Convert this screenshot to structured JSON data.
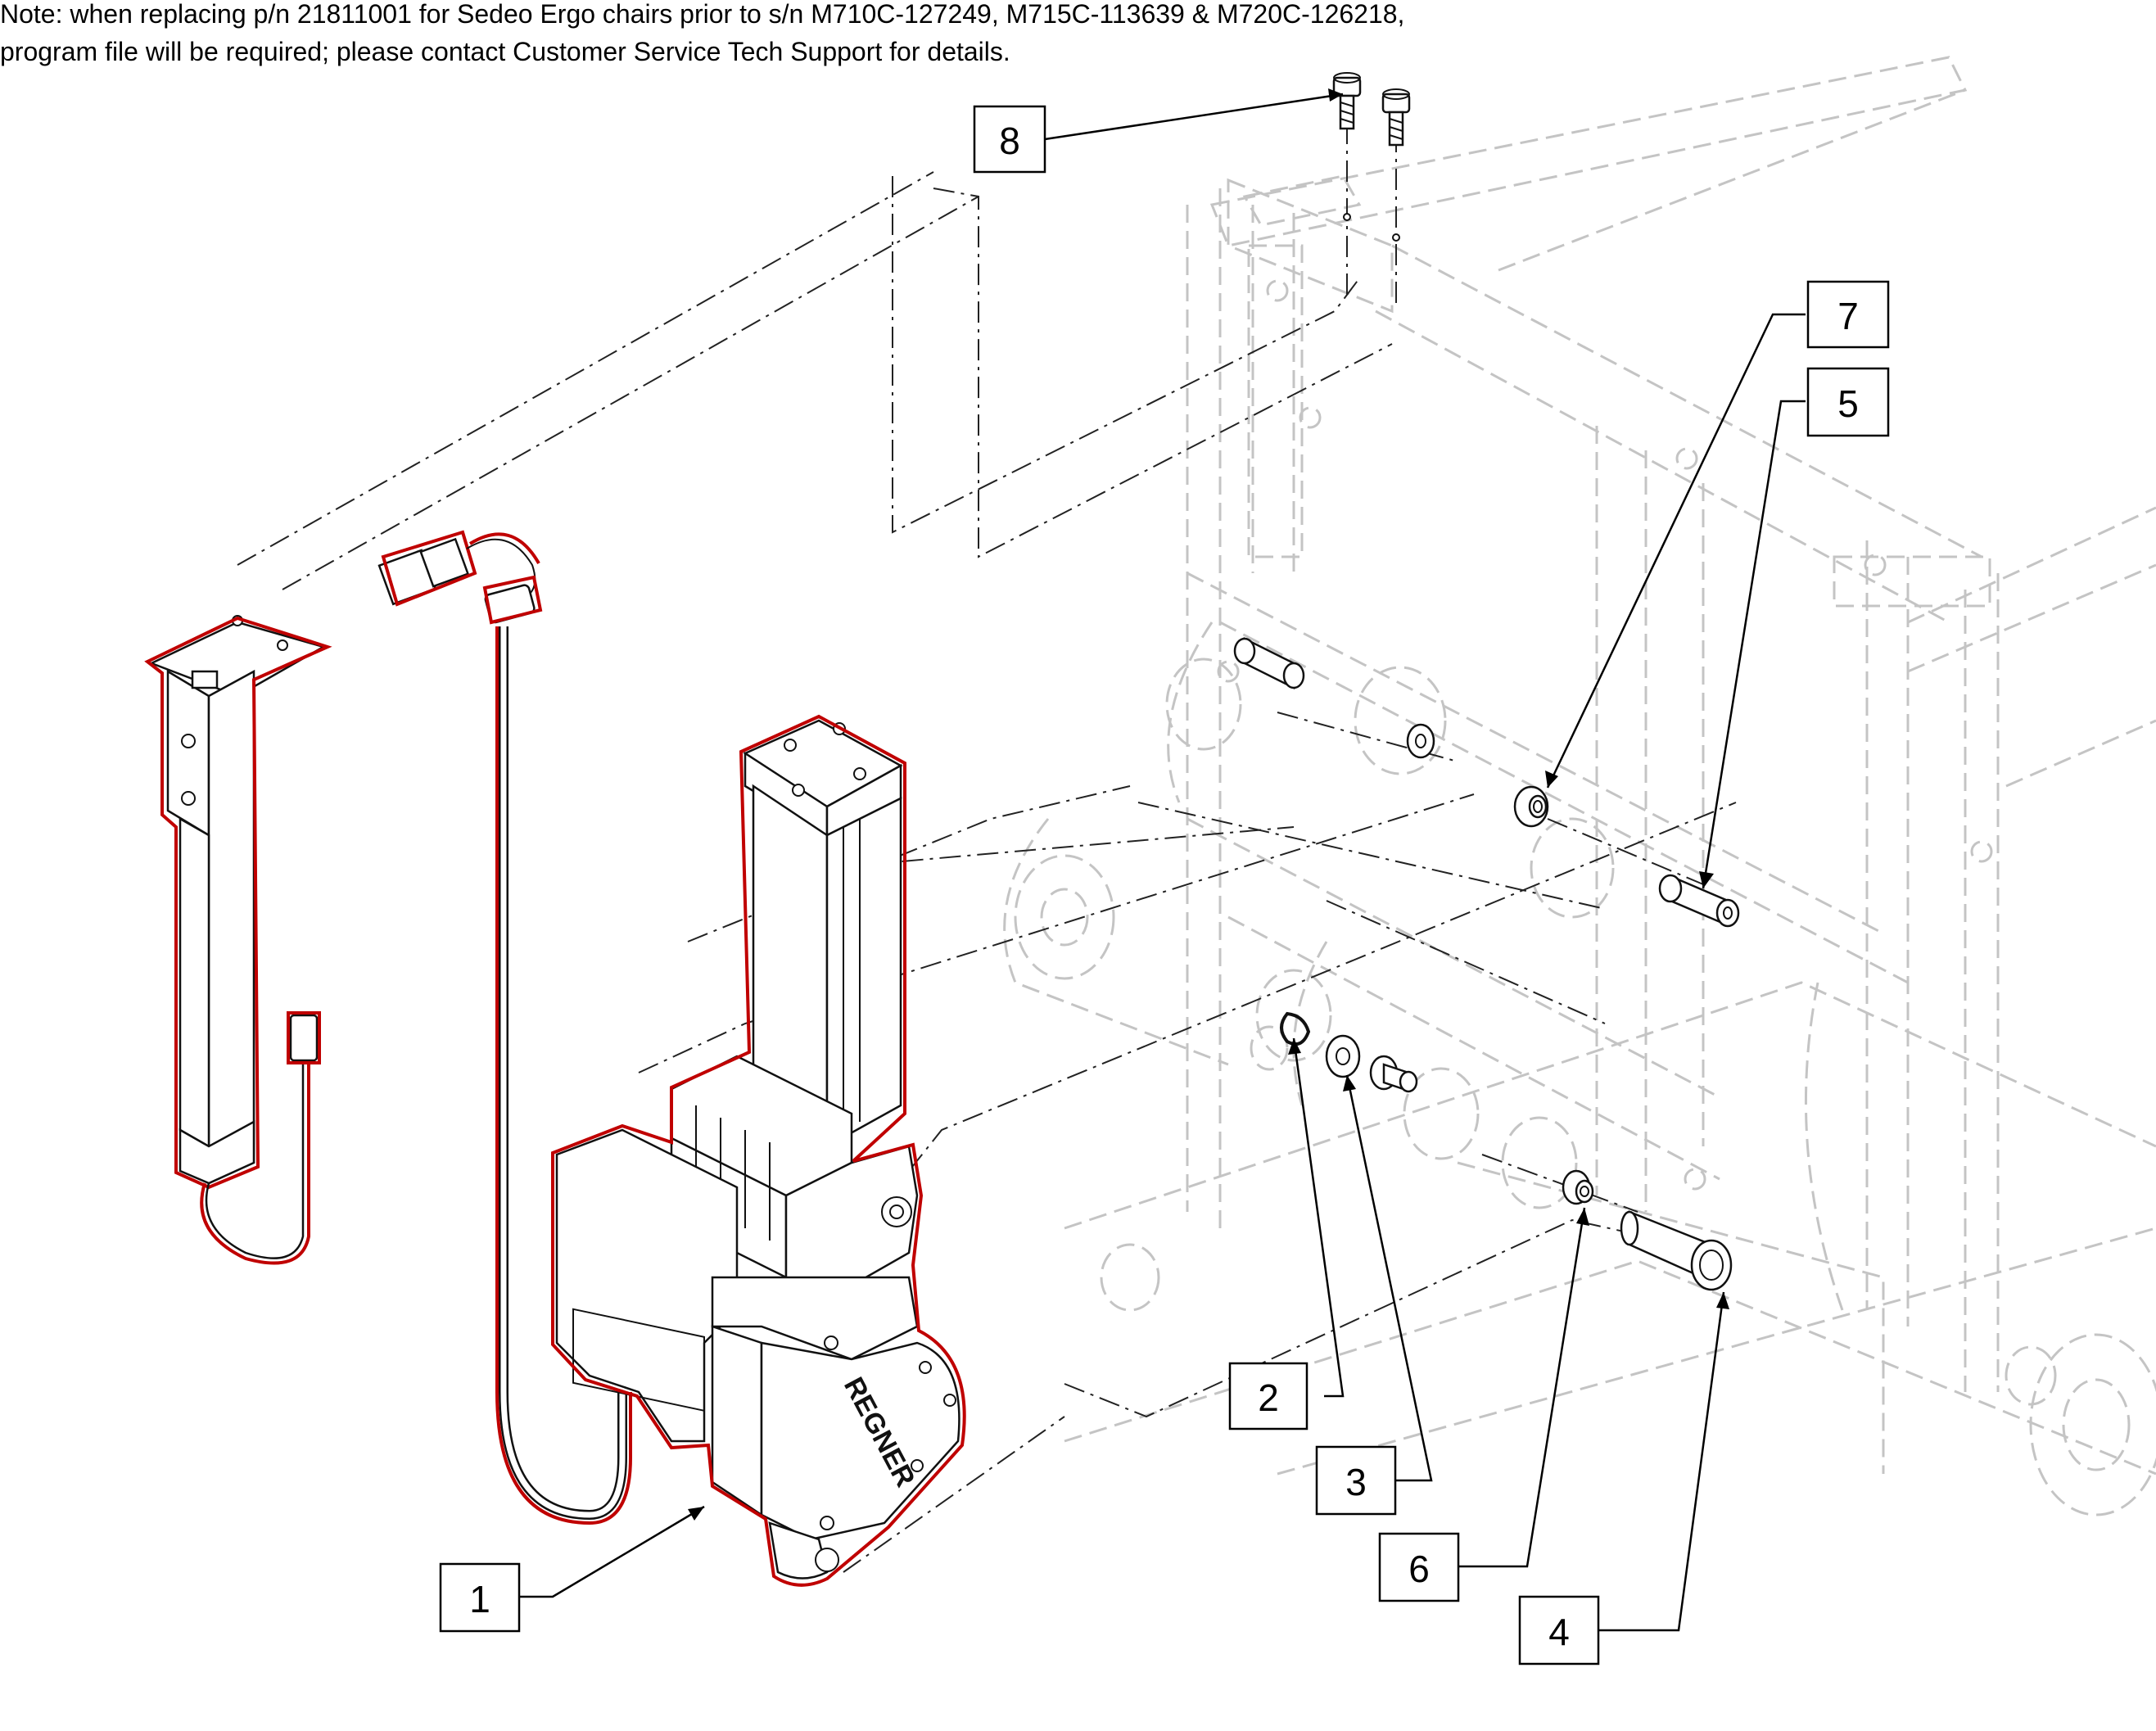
{
  "note": {
    "line1": "Note: when replacing p/n 21811001 for Sedeo Ergo chairs prior to s/n M710C-127249, M715C-113639 & M720C-126218,",
    "line2": " program file will be required; please contact Customer Service Tech Support for details."
  },
  "callouts": {
    "c1": "1",
    "c2": "2",
    "c3": "3",
    "c4": "4",
    "c5": "5",
    "c6": "6",
    "c7": "7",
    "c8": "8"
  },
  "actuator_brand": "REGNER",
  "colors": {
    "highlight": "#c00000",
    "frame": "#c4c4c4",
    "line": "#111111"
  }
}
